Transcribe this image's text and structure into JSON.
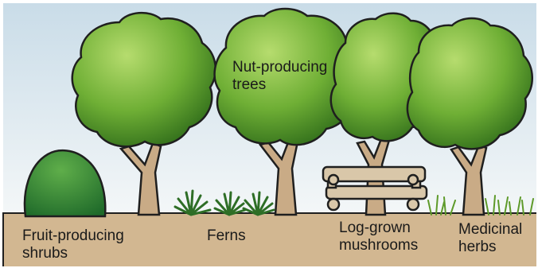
{
  "labels": {
    "nut_trees": "Nut-producing\ntrees",
    "fruit_shrubs": "Fruit-producing\nshrubs",
    "ferns": "Ferns",
    "mushrooms": "Log-grown\nmushrooms",
    "herbs": "Medicinal\nherbs"
  },
  "colors": {
    "sky": "#e4eef4",
    "ground": "#d2b791",
    "foliage": "#7cb83e",
    "foliage_dark": "#3f7d1f",
    "trunk": "#c9ab86",
    "log": "#d9c7a9",
    "outline": "#1f1f1f"
  }
}
